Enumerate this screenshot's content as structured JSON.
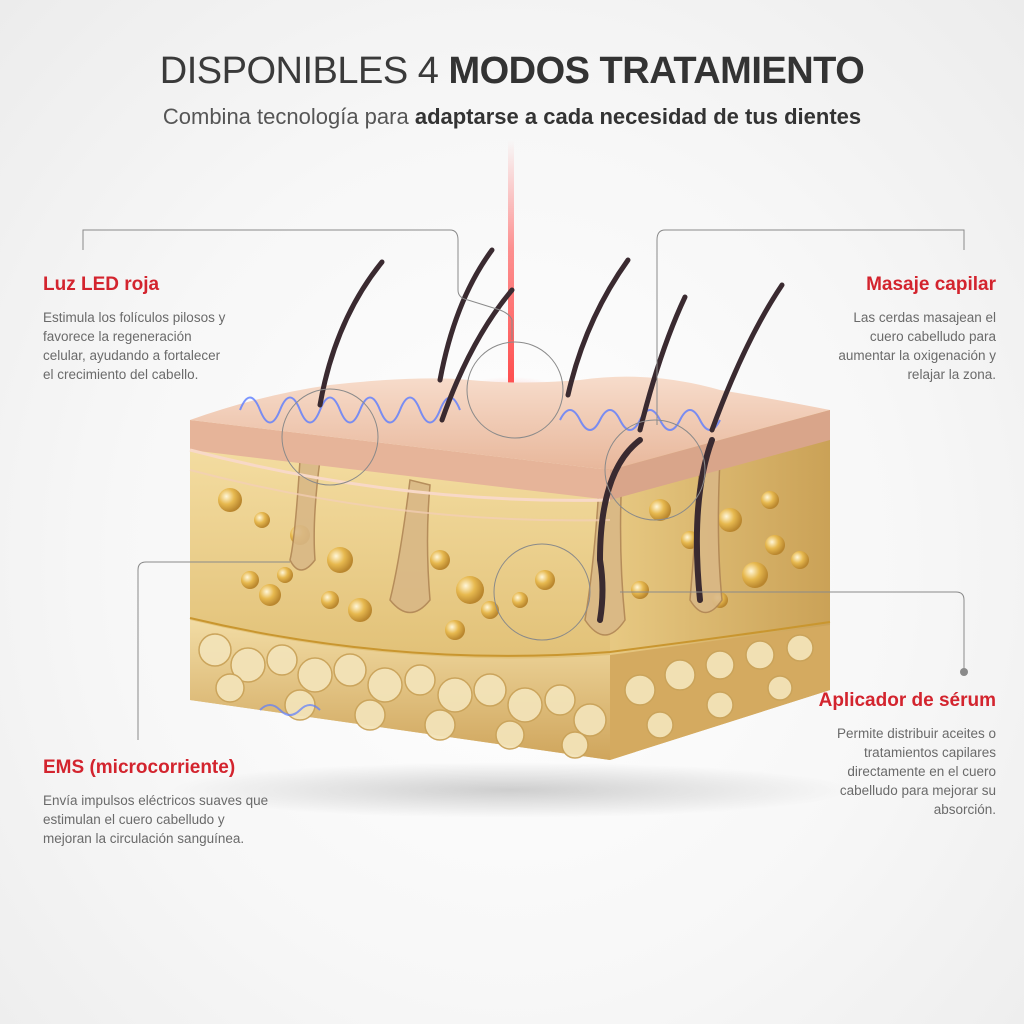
{
  "header": {
    "title_light": "DISPONIBLES 4",
    "title_bold": "MODOS TRATAMIENTO",
    "subtitle_light": "Combina tecnología para",
    "subtitle_bold": "adaptarse a cada necesidad de tus dientes"
  },
  "features": {
    "led": {
      "title": "Luz LED roja",
      "text": "Estimula los folículos pilosos y favorece la regeneración celular, ayudando a fortalecer el crecimiento del cabello."
    },
    "massage": {
      "title": "Masaje capilar",
      "text": "Las cerdas masajean el cuero cabelludo para aumentar la oxigenación y relajar la zona."
    },
    "ems": {
      "title": "EMS (microcorriente)",
      "text": "Envía impulsos eléctricos suaves que estimulan el cuero cabelludo y mejoran la circulación sanguínea."
    },
    "serum": {
      "title": "Aplicador de sérum",
      "text": "Permite distribuir aceites o tratamientos capilares directamente en el cuero cabelludo para mejorar su absorción."
    }
  },
  "colors": {
    "accent": "#d3242e",
    "skin": "#f0c9b0",
    "fat": "#e9c878",
    "hair": "#3a2a30"
  }
}
